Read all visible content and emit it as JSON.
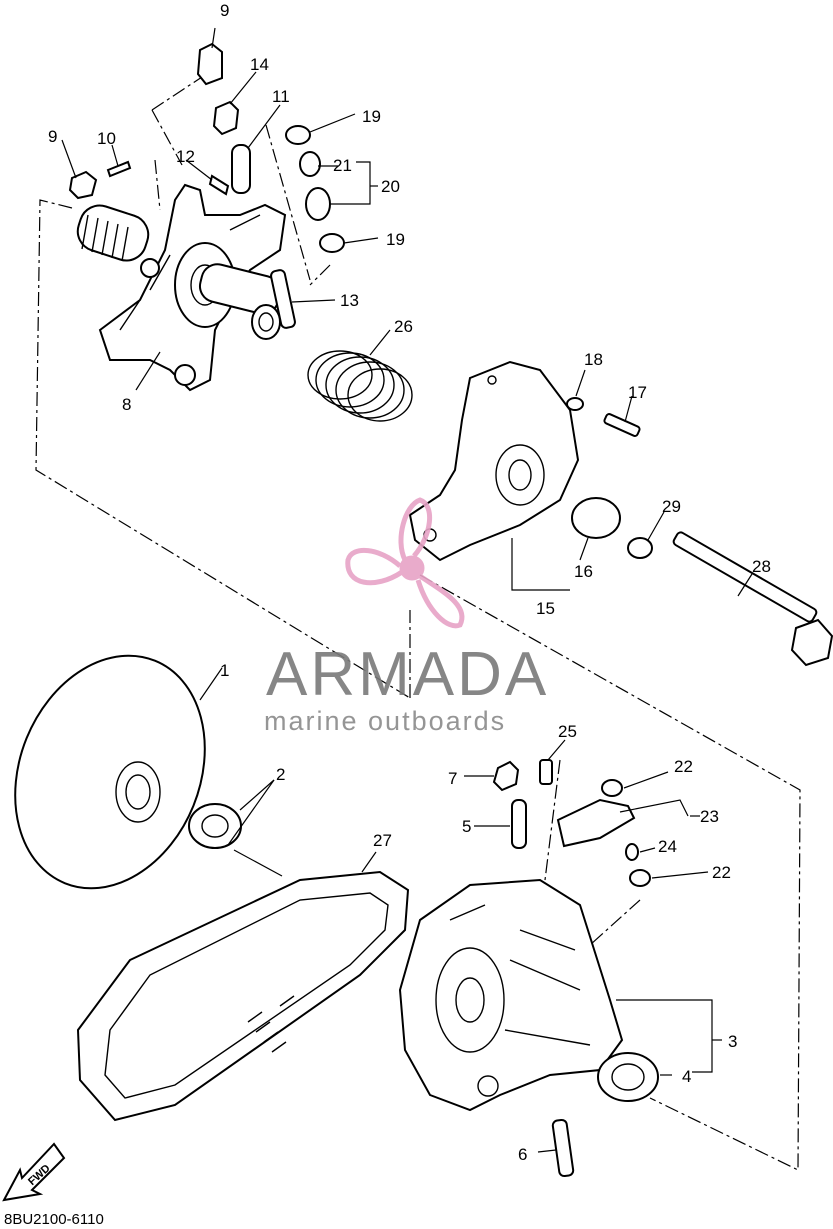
{
  "watermark": {
    "brand": "ARMADA",
    "tagline": "marine outboards",
    "colors": {
      "logo": "#e7a3c6",
      "text": "#7a7a7a"
    }
  },
  "diagram_code": "8BU2100-6110",
  "fwd_label": "FWD",
  "callouts": {
    "c1": "1",
    "c2": "2",
    "c3": "3",
    "c4": "4",
    "c5": "5",
    "c6": "6",
    "c7": "7",
    "c8": "8",
    "c9a": "9",
    "c9b": "9",
    "c10": "10",
    "c11": "11",
    "c12": "12",
    "c13": "13",
    "c14": "14",
    "c15": "15",
    "c16": "16",
    "c17": "17",
    "c18": "18",
    "c19a": "19",
    "c19b": "19",
    "c20": "20",
    "c21": "21",
    "c22a": "22",
    "c22b": "22",
    "c23": "23",
    "c24": "24",
    "c25": "25",
    "c26": "26",
    "c27": "27",
    "c28": "28",
    "c29": "29"
  }
}
